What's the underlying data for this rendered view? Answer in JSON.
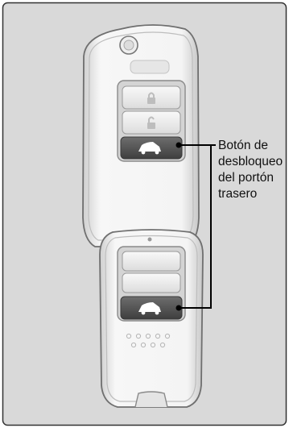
{
  "figure": {
    "background_color": "#d9d9d9",
    "frame_color": "#333333",
    "leader_color": "#000000"
  },
  "callout": {
    "lines": [
      "Botón de",
      "desbloqueo",
      "del portón",
      "trasero"
    ]
  },
  "keys": [
    {
      "type": "flip-key",
      "buttons": [
        {
          "name": "lock-button",
          "icon": "padlock-closed-icon"
        },
        {
          "name": "unlock-button",
          "icon": "padlock-open-icon"
        },
        {
          "name": "tailgate-button",
          "icon": "car-tailgate-icon",
          "highlighted": true
        }
      ]
    },
    {
      "type": "smart-key",
      "buttons": [
        {
          "name": "lock-button",
          "icon": "blank"
        },
        {
          "name": "unlock-button",
          "icon": "blank"
        },
        {
          "name": "tailgate-button",
          "icon": "car-tailgate-icon",
          "highlighted": true
        }
      ]
    }
  ]
}
